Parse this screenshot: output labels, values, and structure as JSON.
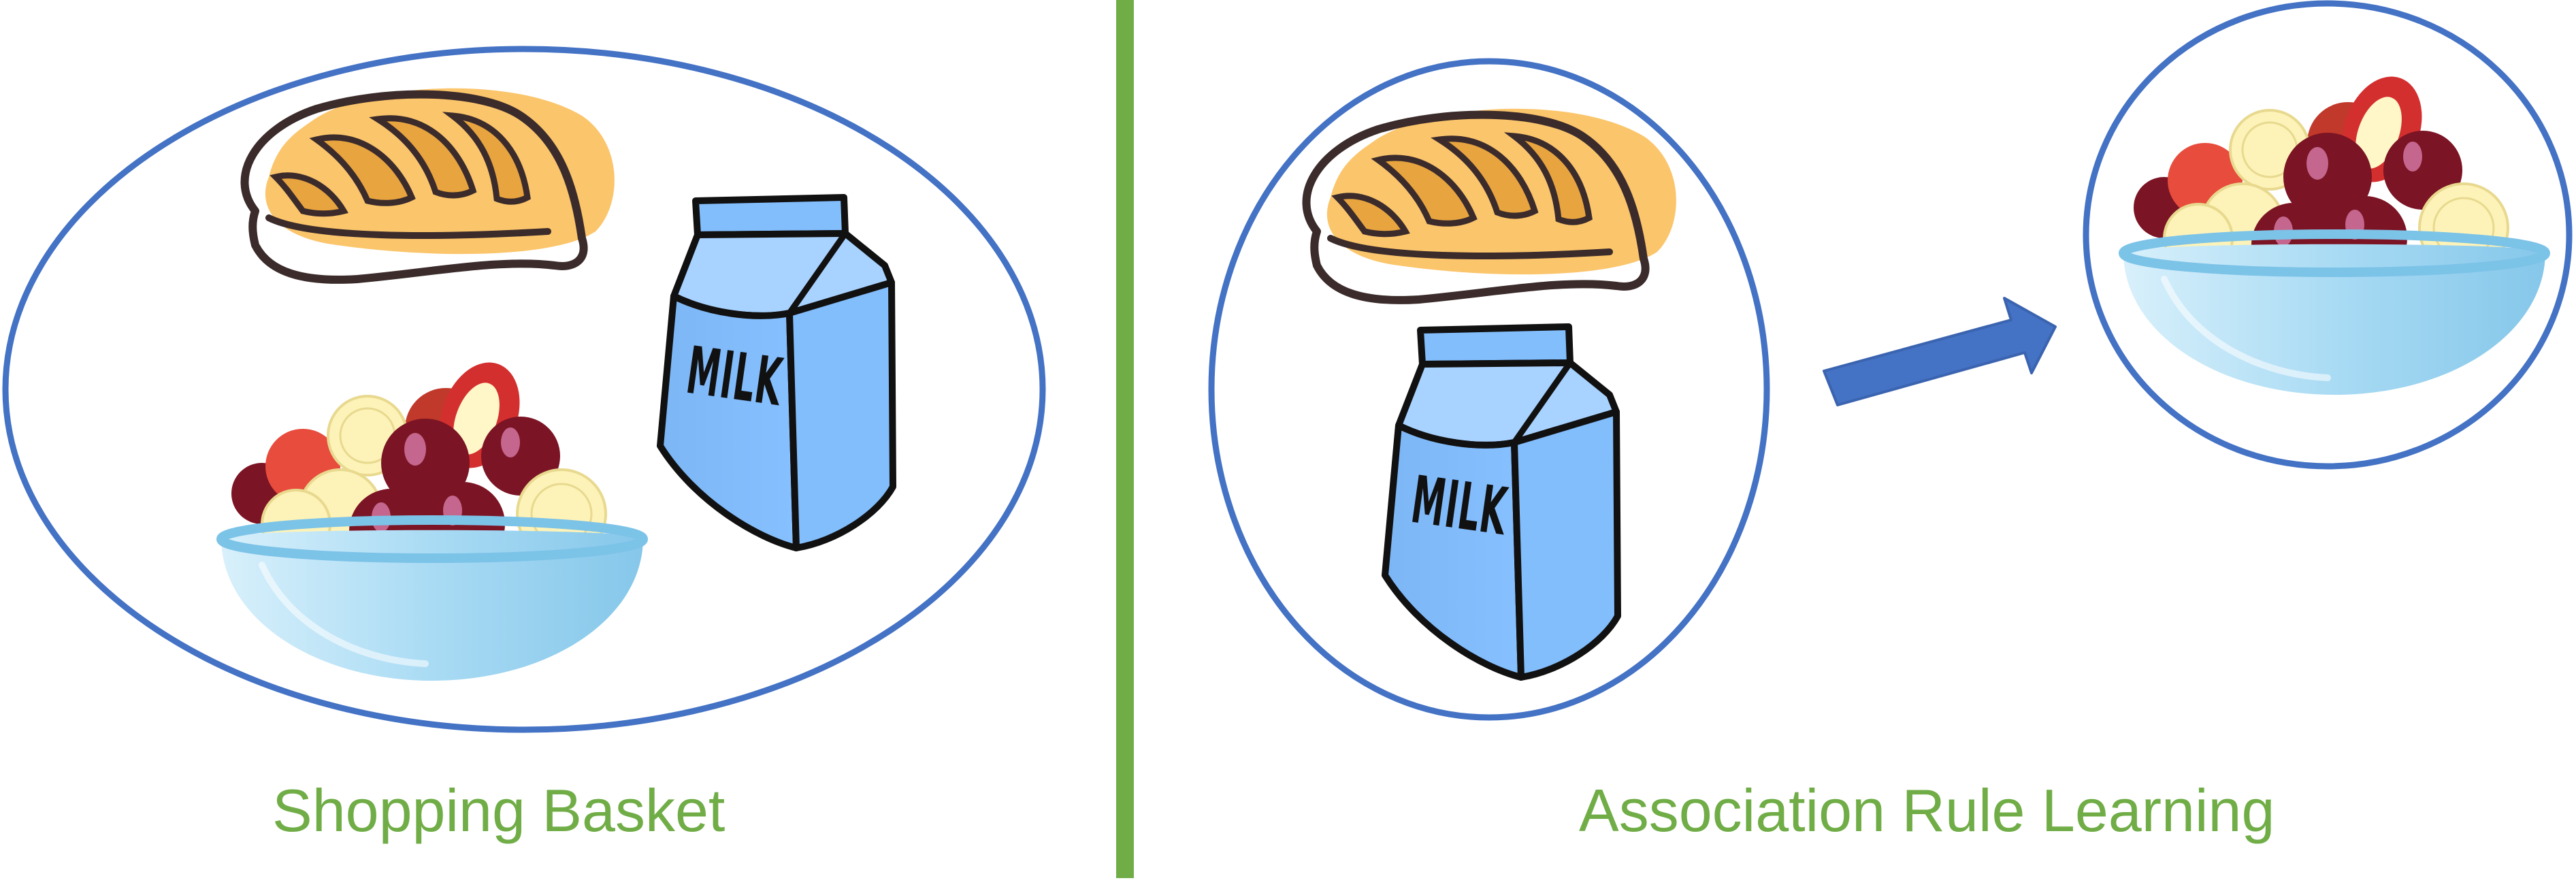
{
  "colors": {
    "caption_green": "#70ad47",
    "divider_green": "#70ad47",
    "circle_blue": "#4472c4",
    "arrow_blue": "#4472c4",
    "bread_glow": "#fbc56b",
    "bread_crust": "#e8a43e",
    "milk_blue": "#82bdfc",
    "bowl_blue": "#a9dbf4"
  },
  "left_panel": {
    "caption": "Shopping Basket",
    "items": [
      "bread-icon",
      "milk-carton-icon",
      "fruit-bowl-icon"
    ]
  },
  "right_panel": {
    "caption": "Association Rule Learning",
    "antecedent_items": [
      "bread-icon",
      "milk-carton-icon"
    ],
    "consequent_items": [
      "fruit-bowl-icon"
    ]
  },
  "milk_label": "MILK"
}
